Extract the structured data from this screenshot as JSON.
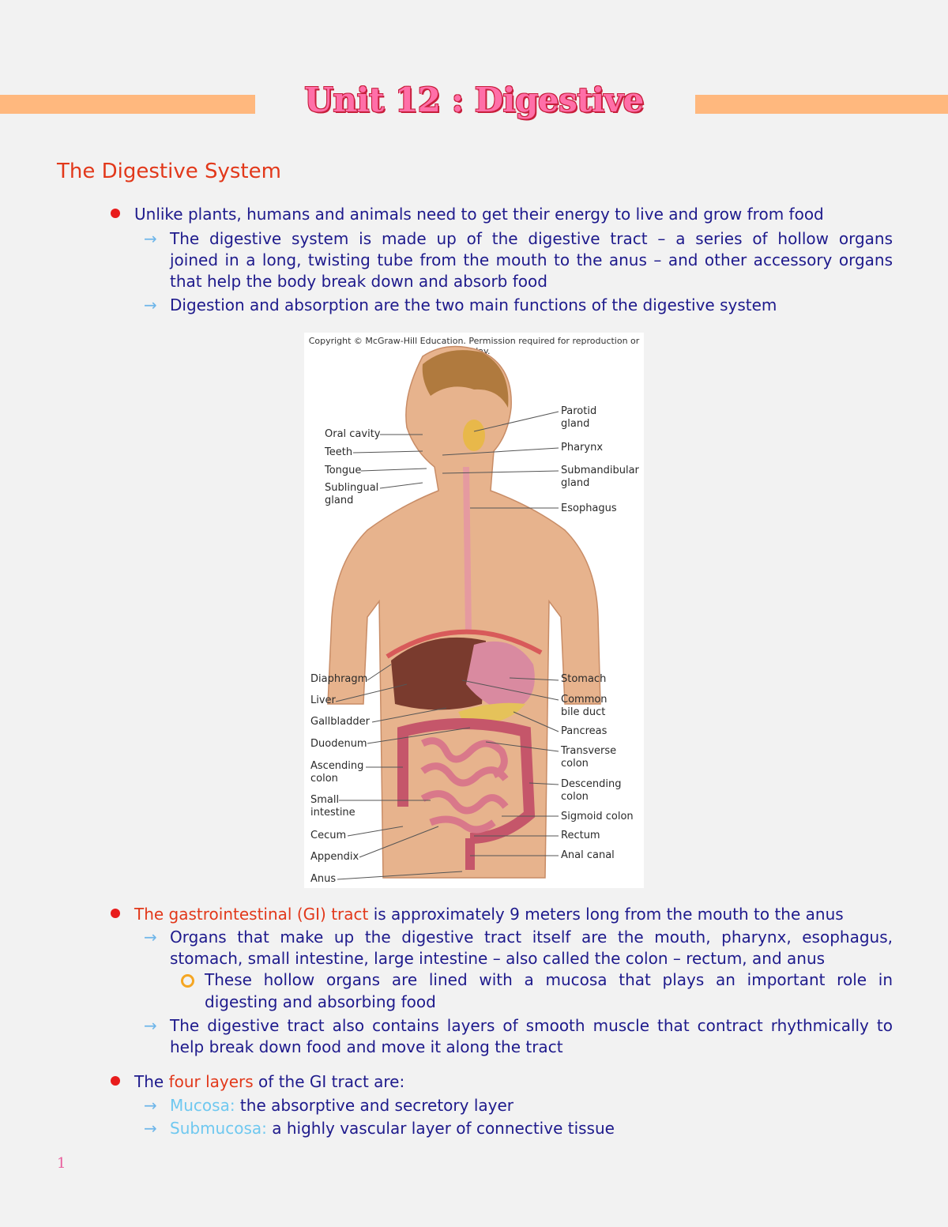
{
  "title": "Unit 12 : Digestive",
  "section_heading": "The Digestive System",
  "section1": {
    "b1": "Unlike plants, humans and animals need to get their energy to live and grow from food",
    "s1_l1": "The digestive system is made up of the digestive tract – a series of hollow organs",
    "s1_l2": "joined in a long, twisting tube from the mouth to the anus – and other accessory organs",
    "s1_l3": "that help the body break down and absorb food",
    "s2": "Digestion and absorption are the two main functions of the digestive system"
  },
  "figure": {
    "copyright": "Copyright © McGraw-Hill Education. Permission required for reproduction or display.",
    "labels": {
      "oral_cavity": "Oral cavity",
      "teeth": "Teeth",
      "tongue": "Tongue",
      "sublingual": "Sublingual\ngland",
      "parotid": "Parotid\ngland",
      "pharynx": "Pharynx",
      "submandibular": "Submandibular\ngland",
      "esophagus": "Esophagus",
      "diaphragm": "Diaphragm",
      "liver": "Liver",
      "gallbladder": "Gallbladder",
      "duodenum": "Duodenum",
      "ascending_colon": "Ascending\ncolon",
      "small_intestine": "Small\nintestine",
      "cecum": "Cecum",
      "appendix": "Appendix",
      "anus": "Anus",
      "stomach": "Stomach",
      "common_bile_duct": "Common\nbile duct",
      "pancreas": "Pancreas",
      "transverse_colon": "Transverse\ncolon",
      "descending_colon": "Descending\ncolon",
      "sigmoid_colon": "Sigmoid colon",
      "rectum": "Rectum",
      "anal_canal": "Anal canal"
    }
  },
  "section2": {
    "b2_red": "The gastrointestinal (GI) tract",
    "b2_rest": " is approximately 9 meters long from the mouth to the anus",
    "s3_l1": "Organs that make up the digestive tract itself are the mouth, pharynx, esophagus,",
    "s3_l2": "stomach, small intestine, large intestine – also called the colon – rectum, and anus",
    "c1_l1": "These hollow organs are lined with a mucosa that plays an important role in",
    "c1_l2": "digesting and absorbing food",
    "s4_l1": "The digestive tract also contains layers of smooth muscle that contract rhythmically to",
    "s4_l2": "help break down food and move it along the tract"
  },
  "section3": {
    "b3_pre": "The ",
    "b3_red": "four layers",
    "b3_post": " of the GI tract are:",
    "mucosa_term": "Mucosa:",
    "mucosa_def": " the absorptive and secretory layer",
    "submucosa_term": "Submucosa:",
    "submucosa_def": " a highly vascular layer of connective tissue"
  },
  "page_number": "1",
  "colors": {
    "background": "#f2f2f2",
    "title_pink": "#ff6fa8",
    "heading_red": "#e2381a",
    "body_navy": "#1e1a8c",
    "arrow_blue": "#6fb6ea",
    "bar_orange": "#ffb87e"
  },
  "icons": {
    "bullet": "red-dot-icon",
    "sub_bullet": "arrow-right-icon",
    "sub_sub_bullet": "orange-ring-icon"
  }
}
